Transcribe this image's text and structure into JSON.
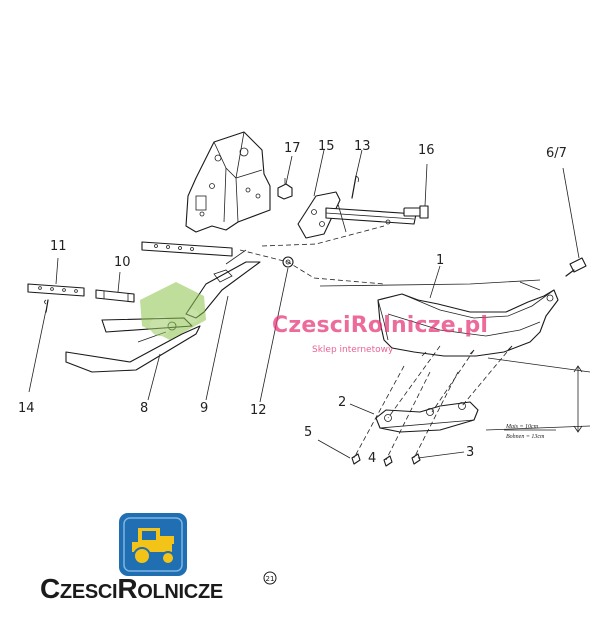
{
  "labels": {
    "l1": "1",
    "l2": "2",
    "l3": "3",
    "l4": "4",
    "l5": "5",
    "l67": "6/7",
    "l8": "8",
    "l9": "9",
    "l10": "10",
    "l11": "11",
    "l12": "12",
    "l13": "13",
    "l14": "14",
    "l15": "15",
    "l16": "16",
    "l17": "17"
  },
  "annotations": {
    "mais": "Mais  = 10cm",
    "bohnen": "Bohnen = 13cm"
  },
  "watermark": {
    "text": "CzesciRolnicze.pl",
    "subtext": "Sklep internetowy"
  },
  "logo": {
    "brand": "CzesciRolnicze",
    "mark": "21"
  },
  "colors": {
    "logo_blue": "#1f6fb2",
    "logo_yellow": "#f3c318",
    "watermark_pink": "#e63a7a",
    "watermark_green": "#8bc34a"
  }
}
